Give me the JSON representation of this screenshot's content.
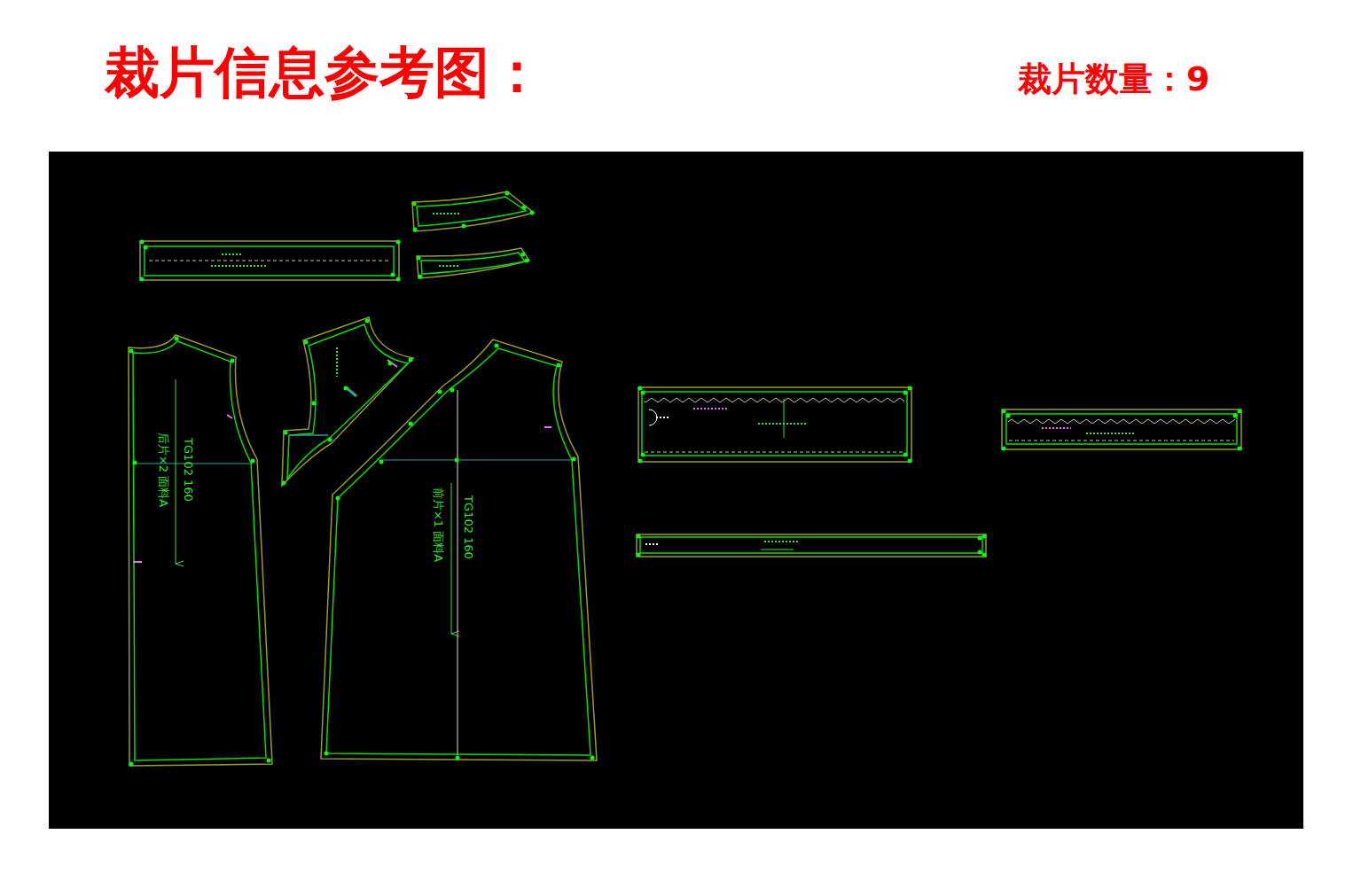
{
  "diagram": {
    "title": "裁片信息参考图：",
    "nodes": [
      {
        "text": [
          "TG102 160",
          "后片×2 面料A"
        ]
      },
      {
        "text": [
          "TG102 160",
          "前片×1 面料A"
        ]
      }
    ],
    "labels": [
      "裁片数量：9"
    ]
  }
}
